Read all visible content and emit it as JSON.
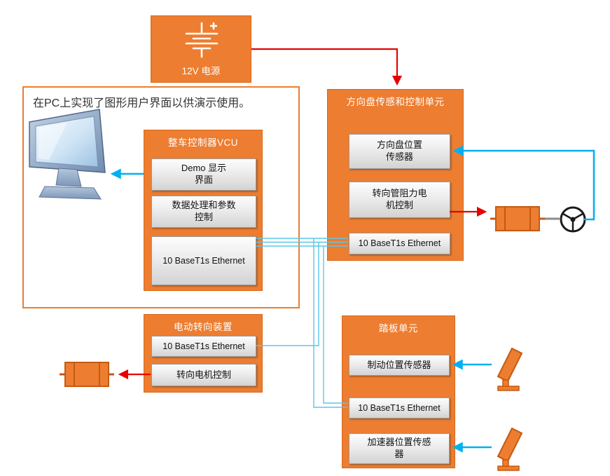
{
  "colors": {
    "orange": "#ED7D31",
    "orange_border": "#D96716",
    "power_red": "#E60000",
    "signal_blue": "#00B0F0",
    "bus_cyan": "#5BC6E8",
    "inner_box_gray": "#D3D3D3",
    "note_border_orange": "#ED7D31"
  },
  "power": {
    "title": "12V 电源"
  },
  "pc_note": {
    "text": "在PC上实现了图形用户界面以供演示使用。"
  },
  "vcu": {
    "title": "整车控制器VCU",
    "demo": "Demo 显示\n界面",
    "data": "数据处理和参数\n控制",
    "eth": "10 BaseT1s Ethernet"
  },
  "steering_unit": {
    "title": "方向盘传感和控制单元",
    "sensor": "方向盘位置\n传感器",
    "motor_ctrl": "转向管阻力电\n机控制",
    "eth": "10 BaseT1s Ethernet"
  },
  "esteer": {
    "title": "电动转向装置",
    "eth": "10 BaseT1s Ethernet",
    "motor_ctrl": "转向电机控制"
  },
  "pedal": {
    "title": "踏板单元",
    "brake": "制动位置传感器",
    "eth": "10 BaseT1s Ethernet",
    "accel": "加速器位置传感\n器"
  },
  "icons": [
    "battery-icon",
    "monitor-icon",
    "steering-motor-icon",
    "steering-wheel-icon",
    "brake-pedal-icon",
    "accelerator-pedal-icon",
    "steering-actuator-motor-icon"
  ]
}
